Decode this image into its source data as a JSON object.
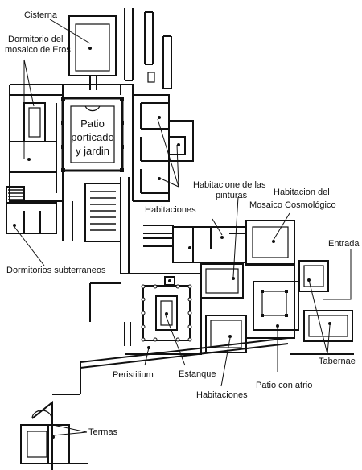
{
  "labels": {
    "cisterna": "Cisterna",
    "dormitorio_eros_1": "Dormitorio del",
    "dormitorio_eros_2": "mosaico de Eros",
    "patio_1": "Patio",
    "patio_2": "porticado",
    "patio_3": "y jardin",
    "habitaciones_norte": "Habitaciones",
    "habitacione_pinturas_1": "Habitacione de las",
    "habitacione_pinturas_2": "pinturas",
    "habitacion_cosmo_1": "Habitacion del",
    "habitacion_cosmo_2": "Mosaico Cosmológico",
    "entrada": "Entrada",
    "dormitorios_subterraneos": "Dormitorios subterraneos",
    "peristilium": "Peristilium",
    "estanque": "Estanque",
    "tabernae": "Tabernae",
    "patio_con_atrio": "Patio con atrio",
    "habitaciones_sur": "Habitaciones",
    "termas": "Termas"
  }
}
